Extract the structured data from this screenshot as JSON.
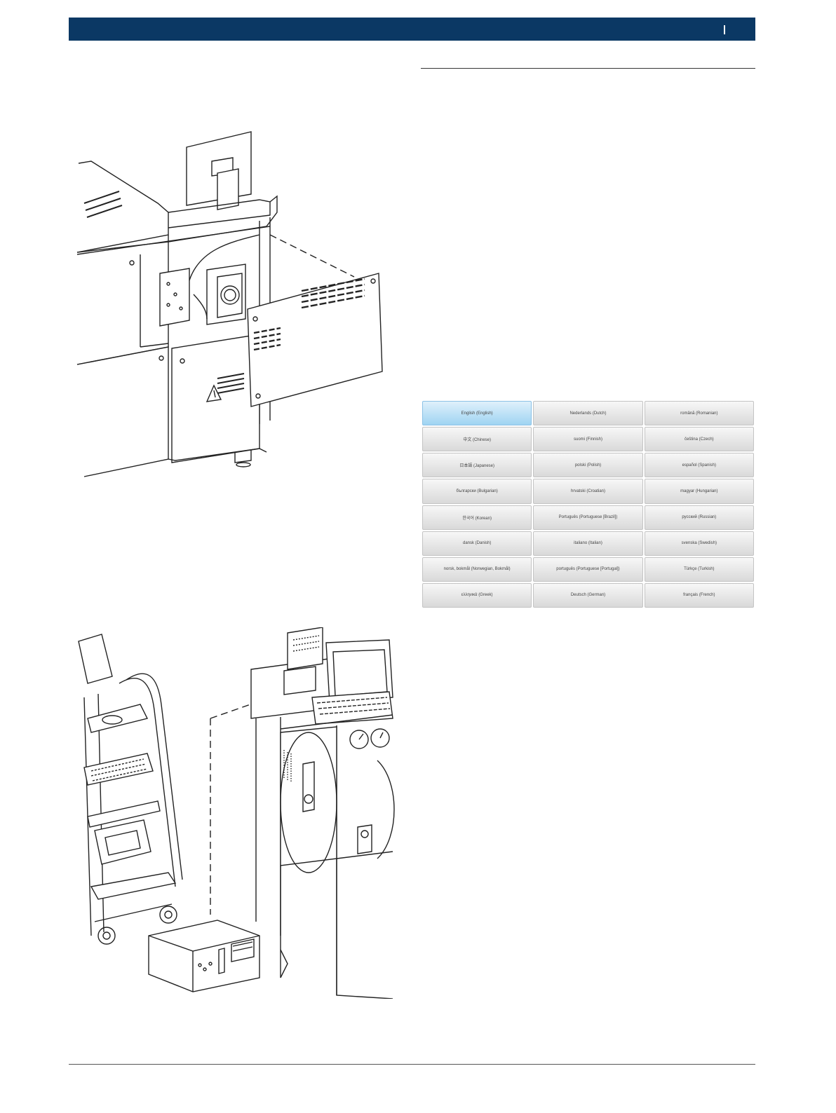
{
  "languages": [
    {
      "label": "English (English)",
      "selected": true
    },
    {
      "label": "Nederlands (Dutch)"
    },
    {
      "label": "română (Romanian)"
    },
    {
      "label": "中文 (Chinese)"
    },
    {
      "label": "suomi (Finnish)"
    },
    {
      "label": "čeština (Czech)"
    },
    {
      "label": "日本語 (Japanese)"
    },
    {
      "label": "polski (Polish)"
    },
    {
      "label": "español (Spanish)"
    },
    {
      "label": "български (Bulgarian)"
    },
    {
      "label": "hrvatski (Croatian)"
    },
    {
      "label": "magyar (Hungarian)"
    },
    {
      "label": "한국어 (Korean)"
    },
    {
      "label": "Português (Portuguese [Brazil])"
    },
    {
      "label": "русский (Russian)"
    },
    {
      "label": "dansk (Danish)"
    },
    {
      "label": "italiano (Italian)"
    },
    {
      "label": "svenska (Swedish)"
    },
    {
      "label": "norsk, bokmål (Norwegian, Bokmål)"
    },
    {
      "label": "português (Portuguese [Portugal])"
    },
    {
      "label": "Türkçe (Turkish)"
    },
    {
      "label": "ελληνικά (Greek)"
    },
    {
      "label": "Deutsch (German)"
    },
    {
      "label": "français (French)"
    }
  ],
  "colors": {
    "header_bar": "#0b3864",
    "selected_button": "#9fd4f2",
    "button": "#e6e6e6"
  }
}
